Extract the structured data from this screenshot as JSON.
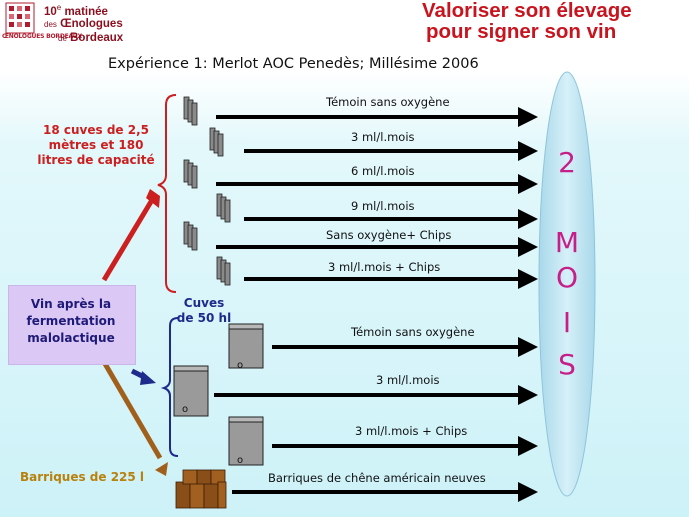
{
  "header": {
    "logo_caption": "ŒNOLOGUES BORDEAUX",
    "matinee_num": "10",
    "matinee_sup": "e",
    "matinee_word": "matinée",
    "matinee_des": "des",
    "matinee_oenologues": "Œnologues",
    "matinee_de": "de",
    "matinee_bordeaux": "Bordeaux",
    "headline_line1": "Valoriser son élevage",
    "headline_line2": "pour signer son vin"
  },
  "diagram": {
    "title": "Expérience 1: Merlot AOC Penedès; Millésime 2006",
    "red_note": [
      "18 cuves de 2,5",
      "mètres et 180",
      "litres de capacité"
    ],
    "source_box": [
      "Vin après la",
      "fermentation",
      "malolactique"
    ],
    "cuves_label": [
      "Cuves",
      "de 50 hl"
    ],
    "barriques_label": "Barriques de 225 l",
    "small_tank_treatments": [
      "Témoin sans oxygène",
      "3 ml/l.mois",
      "6 ml/l.mois",
      "9 ml/l.mois",
      "Sans oxygène+ Chips",
      "3 ml/l.mois + Chips"
    ],
    "large_tank_treatments": [
      "Témoin sans oxygène",
      "3 ml/l.mois",
      "3 ml/l.mois + Chips"
    ],
    "barrel_treatment": "Barriques de chêne américain neuves",
    "duration_number": "2",
    "duration_letters": [
      "M",
      "O",
      "I",
      "S"
    ],
    "colors": {
      "red_arrow": "#cc1f1f",
      "brown_arrow": "#a0601c",
      "blue_arrow": "#1e2a8c",
      "oval": "#bfe4f0",
      "oval_text": "#c71f8a"
    }
  }
}
